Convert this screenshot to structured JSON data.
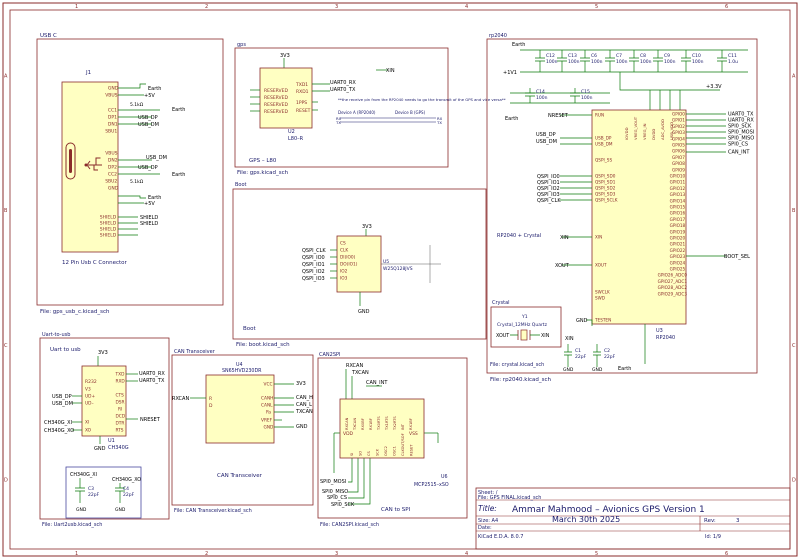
{
  "frame": {
    "cols": [
      "1",
      "2",
      "3",
      "4",
      "5",
      "6"
    ],
    "rows": [
      "A",
      "B",
      "C",
      "D"
    ]
  },
  "sheets": {
    "usbc": {
      "name": "USB C",
      "file": "File: gps_usb_c.kicad_sch"
    },
    "gps": {
      "name": "gps",
      "file": "GPS – L80",
      "file2": "File: gps.kicad_sch"
    },
    "boot": {
      "name": "Boot",
      "file": "Boot",
      "file2": "File: boot.kicad_sch"
    },
    "rp2040": {
      "name": "rp2040",
      "file": "File: rp2040.kicad_sch"
    },
    "crystal": {
      "name": "Crystal",
      "file": "File: crystal.kicad_sch"
    },
    "uart": {
      "name": "Uart-to-usb",
      "file": "File: Uart2usb.kicad_sch"
    },
    "can": {
      "name": "CAN Transceiver",
      "file": "File: CAN Transceiver.kicad_sch"
    },
    "can2spi": {
      "name": "CAN2SPI",
      "file": "File: CAN2SPI.kicad_sch"
    }
  },
  "usbc": {
    "ref": "J1",
    "value": "12 Pin Usb C Connector",
    "pins_top": [
      "GND",
      "VBUS",
      "CC1",
      "DP1",
      "DN1",
      "SBU1"
    ],
    "pins_bottom": [
      "VBUS",
      "DN2",
      "DP2",
      "CC2",
      "SBU2",
      "GND"
    ],
    "pins_shield": [
      "SHIELD",
      "SHIELD",
      "SHIELD",
      "SHIELD"
    ],
    "nets": {
      "earth": "Earth",
      "p5v": "+5V",
      "usb_dp": "USB_DP",
      "usb_dm": "USB_DM",
      "shield": "SHIELD",
      "r": "5.1kΩ"
    }
  },
  "gps": {
    "ref": "U2",
    "value": "L80–R",
    "vcc": "3V3",
    "pins_left": [
      "RESERVED",
      "RESERVED",
      "RESERVED",
      "RESERVED"
    ],
    "pins_right": [
      "TXD1",
      "RXD1",
      "1PPS",
      "RESET"
    ],
    "net_rx": "UART0_RX",
    "net_tx": "UART0_TX",
    "xin": "XIN",
    "note": "**the receive pin from the RP2040 needs to go the transmit of the GPS and vice versa**",
    "table_a": "Device A (RP2040)",
    "table_b": "Device B (GPS)",
    "rx": "RX",
    "tx": "TX"
  },
  "boot": {
    "ref": "U5",
    "value": "W25Q128JVS",
    "vcc": "3V3",
    "gnd": "GND",
    "nets": [
      "QSPI_CLK",
      "QSPI_IO0",
      "QSPI_IO1",
      "QSPI_IO2",
      "QSPI_IO3"
    ],
    "pins": [
      "CS",
      "CLK",
      "DI(IO0)",
      "DO(IO1)",
      "IO2",
      "IO3"
    ]
  },
  "rp2040": {
    "ref": "U3",
    "value": "RP2040",
    "label": "RP2040 + Crystal",
    "caps": [
      "C12",
      "C13",
      "C6",
      "C7",
      "C8",
      "C9",
      "C10",
      "C11",
      "C14",
      "C15"
    ],
    "cap_val": "100n",
    "cap_big": "1.0u",
    "earth": "Earth",
    "p1v1": "+1V1",
    "p3v3": "+3.3V",
    "nreset": "NRESET",
    "usb_dp": "USB_DP",
    "usb_dm": "USB_DM",
    "qspi": [
      "QSPI_IO0",
      "QSPI_IO1",
      "QSPI_IO2",
      "QSPI_IO3",
      "QSPI_CLK"
    ],
    "left_pins": [
      "RUN",
      "USB_DP",
      "USB_DM",
      "QSPI_SS",
      "QSPI_SD0",
      "QSPI_SD1",
      "QSPI_SD2",
      "QSPI_SD3",
      "QSPI_SCLK",
      "XIN",
      "XOUT",
      "SWCLK",
      "SWD",
      "TESTEN"
    ],
    "right_pins": [
      "GPIO0",
      "GPIO1",
      "GPIO2",
      "GPIO3",
      "GPIO4",
      "GPIO5",
      "GPIO6",
      "GPIO7",
      "GPIO8",
      "GPIO9",
      "GPIO10",
      "GPIO11",
      "GPIO12",
      "GPIO13",
      "GPIO14",
      "GPIO15",
      "GPIO16",
      "GPIO17",
      "GPIO18",
      "GPIO19",
      "GPIO20",
      "GPIO21",
      "GPIO22",
      "GPIO23",
      "GPIO24",
      "GPIO25",
      "GPIO26_ADC0",
      "GPIO27_ADC1",
      "GPIO28_ADC2",
      "GPIO29_ADC3"
    ],
    "right_nets": [
      "UART0_TX",
      "UART0_RX",
      "SPI0_SCK",
      "SPI0_MOSI",
      "SPI0_MISO",
      "SPI0_CS",
      "CAN_INT"
    ],
    "boot_sel": "BOOT_SEL",
    "xin": "XIN",
    "xout": "XOUT",
    "gnd": "GND"
  },
  "crystal": {
    "ref": "Y1",
    "value": "Crystal_12MHz Quartz",
    "xout": "XOUT",
    "xin": "XIN",
    "c1": "C1",
    "c2": "C2",
    "cval": "22pF",
    "earth": "Earth",
    "gnd": "GND"
  },
  "uart": {
    "title": "Uart to usb",
    "ref": "U1",
    "value": "CH340G",
    "vcc": "3V3",
    "pins_left": [
      "V3",
      "UD+",
      "UD–",
      "XI",
      "XO"
    ],
    "pins_right": [
      "TXD",
      "RXD",
      "CTS",
      "DSR",
      "RI",
      "DCD",
      "DTR",
      "RTS"
    ],
    "nets_left": [
      "USB_DP",
      "USB_DM",
      "CH340G_XI",
      "CH340G_XO"
    ],
    "nets_right": [
      "UART0_RX",
      "UART0_TX",
      "NRESET"
    ],
    "r232": "R232",
    "gnd": "GND",
    "xi_label": "CH340G_XI",
    "xo_label": "CH340G_XO",
    "c3": "C3",
    "c4": "C4",
    "cval": "22pF"
  },
  "can": {
    "ref": "U4",
    "value": "SN65HVD230DR",
    "label": "CAN Transceiver",
    "rxcan": "RXCAN",
    "txcan": "TXCAN",
    "vcc": "3V3",
    "canh": "CAN_H",
    "canl": "CAN_L",
    "gnd": "GND",
    "pins_left": [
      "R",
      "D"
    ],
    "pins_right": [
      "VCC",
      "CANH",
      "CANL",
      "Rs",
      "VREF",
      "GND"
    ]
  },
  "can2spi": {
    "ref": "U6",
    "value": "MCP2515–xSO",
    "label": "CAN to SPI",
    "rxcan": "RXCAN",
    "txcan": "TXCAN",
    "can_int": "CAN_INT",
    "vdd": "VDD",
    "vss": "VSS",
    "nets": [
      "SPI0_MOSI",
      "SPI0_MISO",
      "SPI0_CS",
      "SPI0_SCK"
    ],
    "pins_bottom": [
      "SI",
      "SO",
      "CS",
      "SCK",
      "OSC2",
      "OSC1",
      "CLKOUT/SOF",
      "RESET"
    ],
    "gnd": "GND"
  },
  "title_block": {
    "sheet": "Sheet: /",
    "file": "File: GPS FINAL.kicad_sch",
    "title_label": "Title:",
    "title": "Ammar Mahmood – Avionics GPS Version 1",
    "size_label": "Size: A4",
    "date_label": "Date:",
    "date": "March 30th 2025",
    "rev_label": "Rev:",
    "rev": "3",
    "tool": "KiCad E.D.A. 8.0.7",
    "id": "Id: 1/9"
  },
  "colors": {
    "frame": "#8a2b2b",
    "sheet": "#8a2b2b",
    "wire": "#0a7a0a",
    "body": "#ffffc2",
    "bodyline": "#8a2b2b",
    "text": "#1a1a6a",
    "label": "#000000",
    "titlebox": "#4a4aa0"
  }
}
